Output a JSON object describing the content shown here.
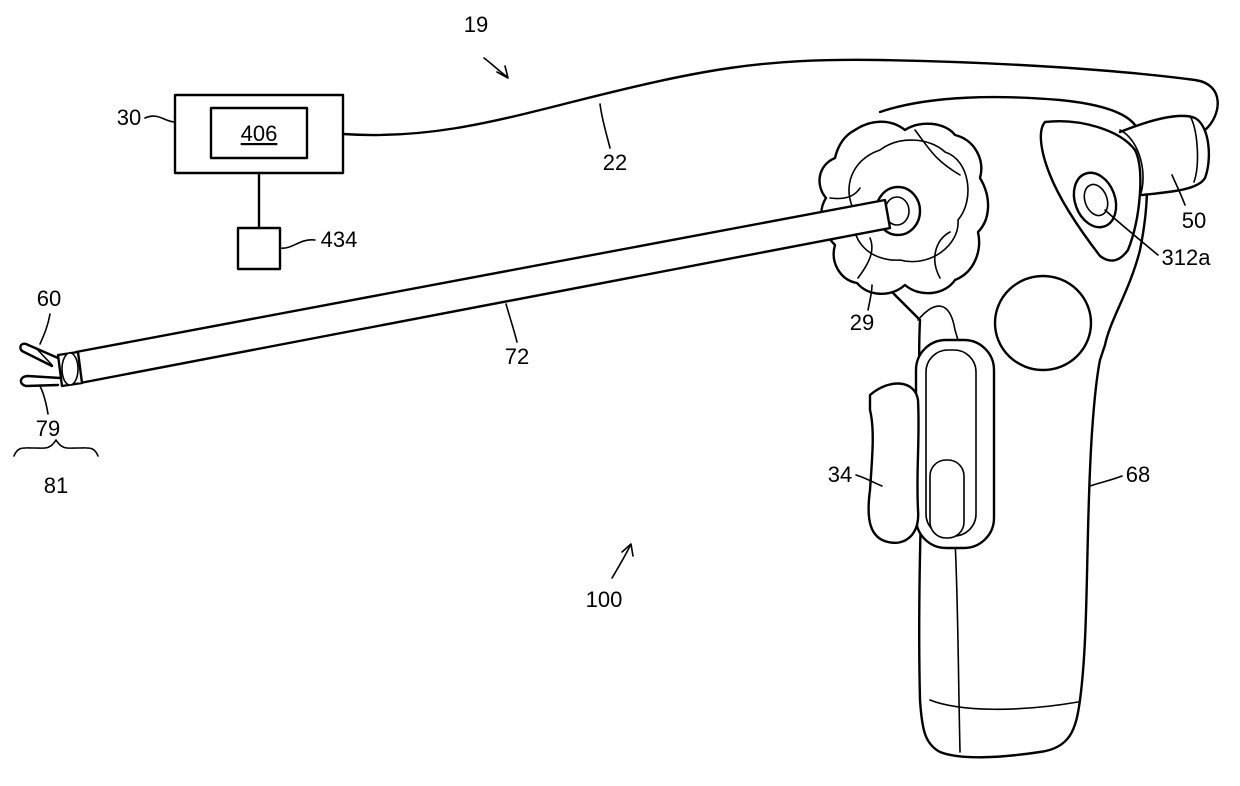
{
  "figure": {
    "box_label": "406",
    "ref_labels": {
      "r19": "19",
      "r30": "30",
      "r22": "22",
      "r434": "434",
      "r50": "50",
      "r312a": "312a",
      "r60": "60",
      "r29": "29",
      "r72": "72",
      "r79": "79",
      "r81": "81",
      "r34": "34",
      "r68": "68",
      "r100": "100"
    }
  }
}
